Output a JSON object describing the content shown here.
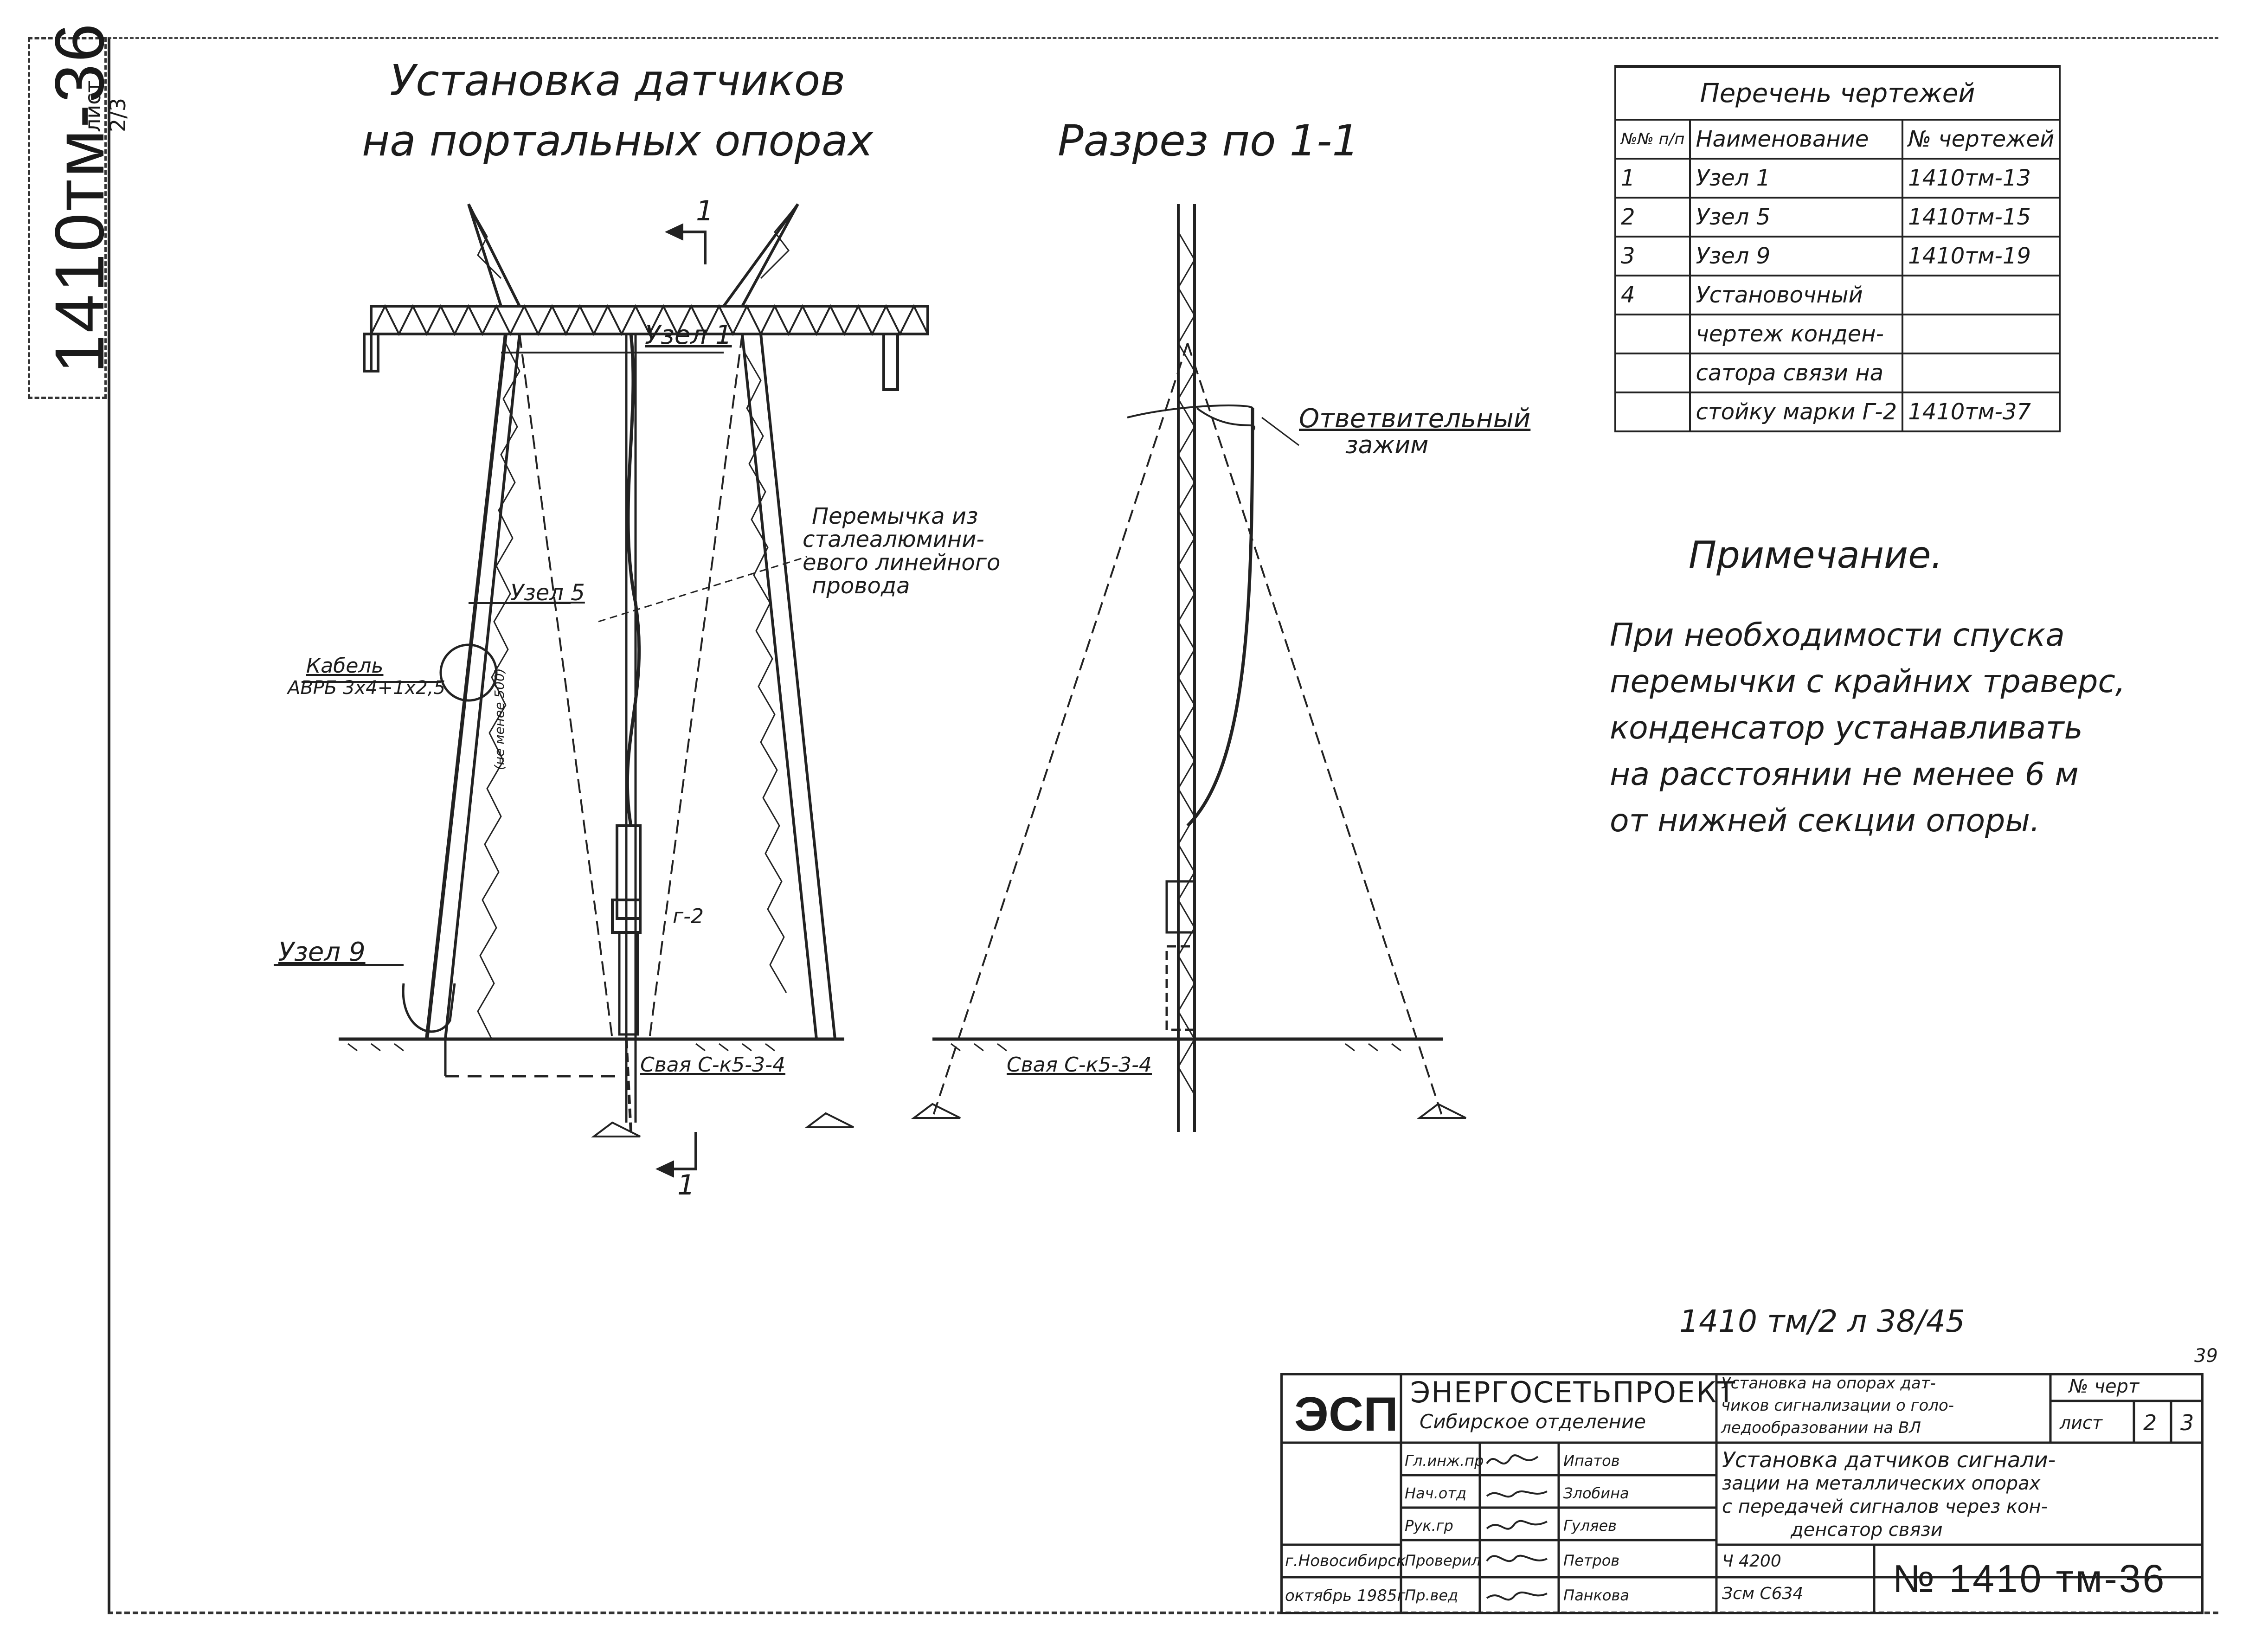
{
  "sheet": {
    "title_line1": "Установка датчиков",
    "title_line2": "на портальных опорах",
    "section_title": "Разрез по 1-1",
    "side_code": "1410тм-36",
    "side_small": "лист 2/3",
    "page_number": "39",
    "archive_ref": "1410 тм/2 л 38/45"
  },
  "drawing": {
    "labels": {
      "section_mark_top": "1",
      "section_mark_bottom": "1",
      "node1": "Узел 1",
      "node5": "Узел 5",
      "node9": "Узел 9",
      "cable_line1": "Кабель",
      "cable_line2": "АВРБ 3х4+1х2,5",
      "dimension": "(не менее 500)",
      "jumper_line1": "Перемычка из",
      "jumper_line2": "сталеалюмини-",
      "jumper_line3": "евого линейного",
      "jumper_line4": "провода",
      "capacitor": "г-2",
      "pile_left": "Свая С-к5-3-4",
      "pile_right": "Свая С-к5-3-4",
      "clamp_line1": "Ответвительный",
      "clamp_line2": "зажим"
    }
  },
  "drawing_list": {
    "caption": "Перечень чертежей",
    "headers": [
      "№№ п/п",
      "Наименование",
      "№ чертежей"
    ],
    "rows": [
      {
        "num": "1",
        "name": "Узел 1",
        "ref": "1410тм-13"
      },
      {
        "num": "2",
        "name": "Узел 5",
        "ref": "1410тм-15"
      },
      {
        "num": "3",
        "name": "Узел 9",
        "ref": "1410тм-19"
      },
      {
        "num": "4",
        "name": "Установочный",
        "ref": ""
      },
      {
        "num": "",
        "name": "чертеж конден-",
        "ref": ""
      },
      {
        "num": "",
        "name": "сатора связи на",
        "ref": ""
      },
      {
        "num": "",
        "name": "стойку марки Г-2",
        "ref": "1410тм-37"
      }
    ]
  },
  "note": {
    "heading": "Примечание.",
    "lines": [
      "При необходимости спуска",
      "перемычки с крайних траверс,",
      "конденсатор устанавливать",
      "на расстоянии не менее 6 м",
      "от нижней секции опоры."
    ]
  },
  "title_block": {
    "logo": "ЭСП",
    "org": "ЭНЕРГОСЕТЬПРОЕКТ",
    "branch": "Сибирское отделение",
    "project": "Установка на опорах датчиков сигнализации о гололедообразовании на ВЛ",
    "project_l1": "Установка на опорах дат-",
    "project_l2": "чиков сигнализации о голо-",
    "project_l3": "ледообразовании на ВЛ",
    "sheet_label": "лист",
    "sheet": "2",
    "sheets": "3",
    "drawing_label": "№ черт",
    "sheet_title_l1": "Установка датчиков сигнали-",
    "sheet_title_l2": "зации на металлических опорах",
    "sheet_title_l3": "с передачей сигналов через кон-",
    "sheet_title_l4": "денсатор связи",
    "roles": [
      "Гл.инж.пр",
      "Нач.отд",
      "Рук.гр",
      "Проверил",
      "Пр.вед"
    ],
    "signatures": [
      "",
      "",
      "",
      "",
      ""
    ],
    "names": [
      "Ипатов",
      "Злобина",
      "Гуляев",
      "Петров",
      "Панкова"
    ],
    "city": "г.Новосибирск",
    "date": "октябрь 1985г",
    "order": "Ч 4200",
    "format": "Зсм С634",
    "drawing_number": "№ 1410 тм-36"
  }
}
